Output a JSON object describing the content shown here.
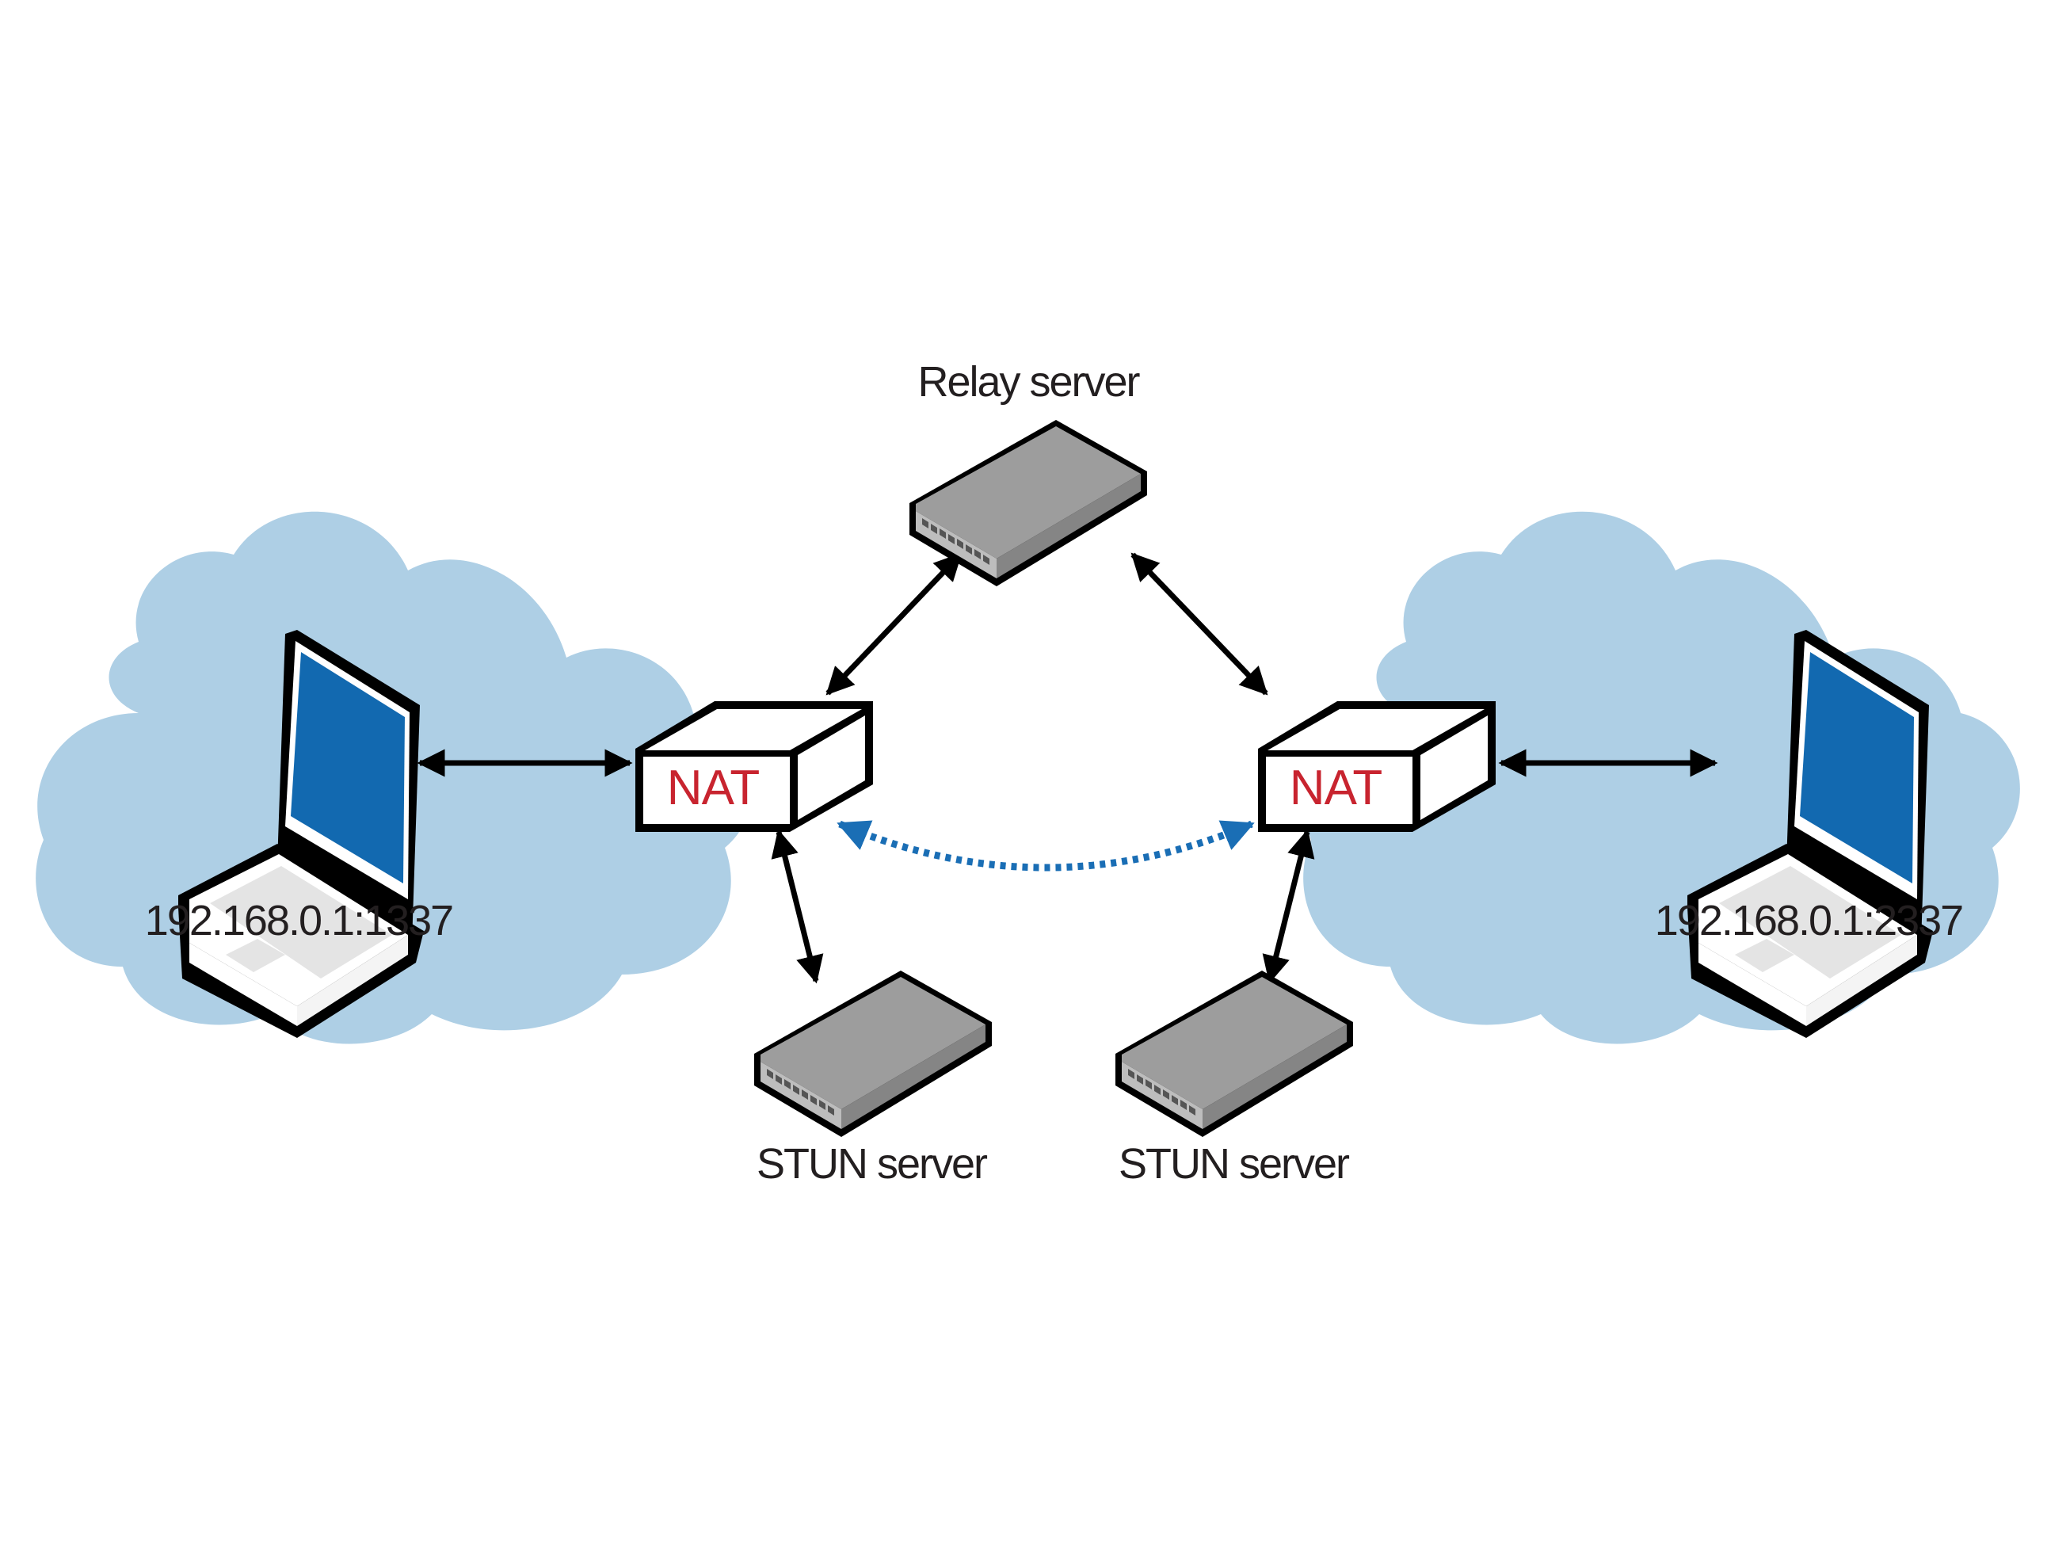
{
  "diagram": {
    "title": "WebRTC NAT traversal with STUN and relay servers",
    "colors": {
      "cloud": "#aecfe5",
      "screen": "#1269b0",
      "server_top": "#9b9b9b",
      "server_side": "#7f7f7f",
      "nat_text": "#c8242f",
      "dotted_arrow": "#1a6eb5",
      "arrow": "#000000"
    },
    "nodes": {
      "relay": {
        "label": "Relay server",
        "type": "server-icon"
      },
      "stun_left": {
        "label": "STUN server",
        "type": "server-icon"
      },
      "stun_right": {
        "label": "STUN server",
        "type": "server-icon"
      },
      "nat_left": {
        "label": "NAT",
        "type": "nat-box-icon"
      },
      "nat_right": {
        "label": "NAT",
        "type": "nat-box-icon"
      },
      "laptop_left": {
        "label": "192.168.0.1:1337",
        "type": "laptop-icon"
      },
      "laptop_right": {
        "label": "192.168.0.1:2337",
        "type": "laptop-icon"
      }
    },
    "edges": [
      {
        "from": "laptop_left",
        "to": "nat_left",
        "style": "solid",
        "direction": "both"
      },
      {
        "from": "nat_left",
        "to": "relay",
        "style": "solid",
        "direction": "both"
      },
      {
        "from": "relay",
        "to": "nat_right",
        "style": "solid",
        "direction": "both"
      },
      {
        "from": "nat_right",
        "to": "laptop_right",
        "style": "solid",
        "direction": "both"
      },
      {
        "from": "nat_left",
        "to": "stun_left",
        "style": "solid",
        "direction": "both"
      },
      {
        "from": "nat_right",
        "to": "stun_right",
        "style": "solid",
        "direction": "both"
      },
      {
        "from": "nat_left",
        "to": "nat_right",
        "style": "dotted",
        "direction": "both"
      }
    ]
  }
}
